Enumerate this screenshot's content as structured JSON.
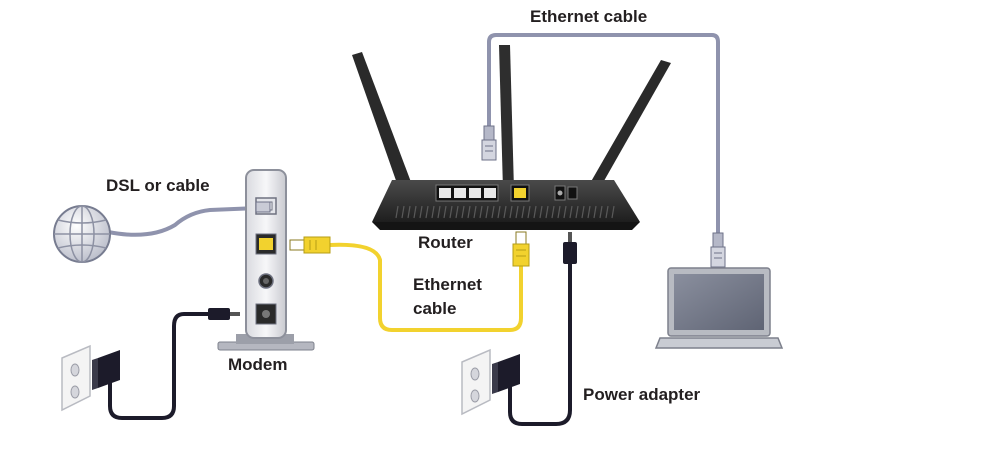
{
  "labels": {
    "ethernet_top": "Ethernet cable",
    "dsl": "DSL or cable",
    "router": "Router",
    "ethernet_mid_line1": "Ethernet",
    "ethernet_mid_line2": "cable",
    "modem": "Modem",
    "power_adapter": "Power adapter"
  },
  "colors": {
    "cable_yellow": "#f2d22e",
    "cable_gray": "#8f93ad",
    "cable_black": "#1c1b2a",
    "router_body": "#2b2b2b",
    "laptop": "#a6a9b0"
  }
}
